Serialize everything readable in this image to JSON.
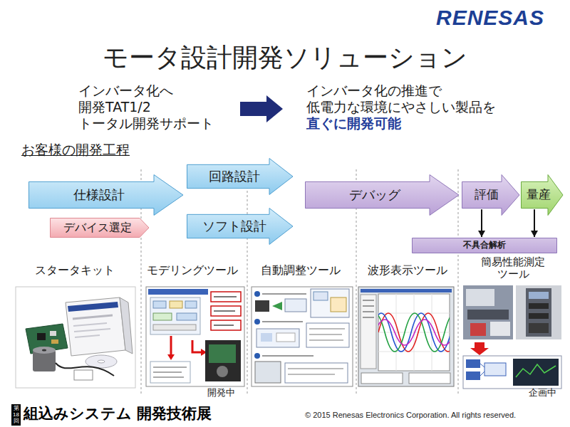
{
  "diagram": {
    "title": "モータ設計開発ソリューション",
    "nodes": [
      {
        "text": [
          "仕様設計"
        ]
      },
      {
        "text": [
          "デバイス選定"
        ]
      },
      {
        "text": [
          "回路設計"
        ]
      },
      {
        "text": [
          "ソフト設計"
        ]
      },
      {
        "text": [
          "デバッグ"
        ]
      },
      {
        "text": [
          "評価"
        ]
      },
      {
        "text": [
          "量産"
        ]
      },
      {
        "text": [
          "不具合解析"
        ]
      }
    ],
    "edges": [
      {
        "from": 5,
        "to": 7,
        "arrow": "to"
      },
      {
        "from": 6,
        "to": 7,
        "arrow": "to"
      }
    ],
    "labels": [
      "RENESAS",
      "インバータ化へ",
      "開発TAT1/2",
      "トータル開発サポート",
      "インバータ化の推進で",
      "低電力な環境にやさしい製品を",
      "直ぐに開発可能",
      "お客様の開発工程",
      "スタータキット",
      "モデリングツール",
      "自動調整ツール",
      "波形表示ツール",
      "簡易性能測定 ツール",
      "開発中",
      "企画中",
      "第18回",
      "組込みシステム 開発技術展",
      "© 2015 Renesas Electronics Corporation. All rights reserved."
    ]
  }
}
